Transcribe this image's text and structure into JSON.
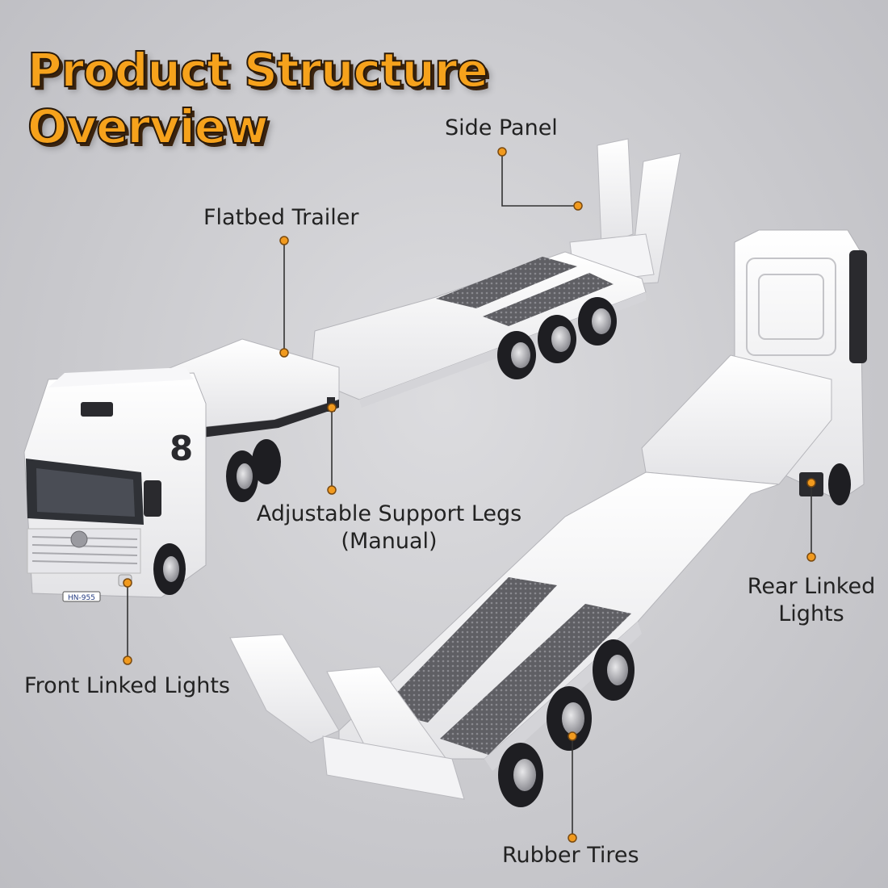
{
  "header": {
    "title_line1": "Product Structure",
    "title_line2": "Overview"
  },
  "callouts": {
    "side_panel": "Side Panel",
    "flatbed_trailer": "Flatbed Trailer",
    "support_legs_line1": "Adjustable Support Legs",
    "support_legs_line2": "(Manual)",
    "front_lights": "Front Linked Lights",
    "rear_lights_line1": "Rear Linked",
    "rear_lights_line2": "Lights",
    "rubber_tires": "Rubber Tires"
  },
  "truck": {
    "plate": "HN-955"
  },
  "colors": {
    "title_fill": "#f6a21c",
    "title_outline": "#2a1a0a",
    "marker": "#f19a1e",
    "background": "#c9c9cd"
  }
}
